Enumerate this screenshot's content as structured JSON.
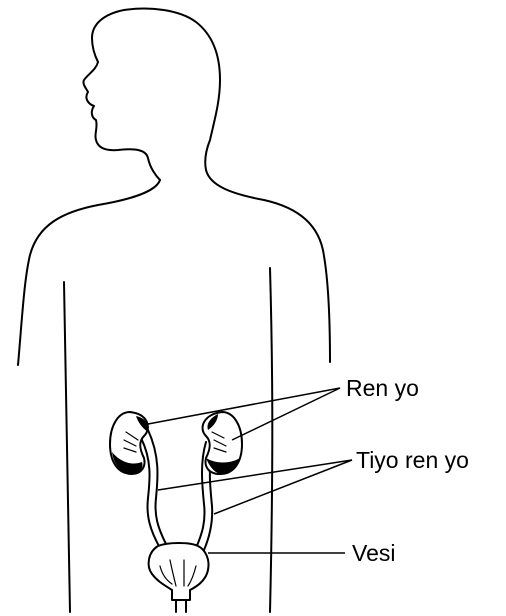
{
  "labels": {
    "kidneys": "Ren yo",
    "ureters": "Tiyo ren yo",
    "bladder": "Vesi"
  },
  "colors": {
    "line": "#000000",
    "background": "#ffffff"
  }
}
